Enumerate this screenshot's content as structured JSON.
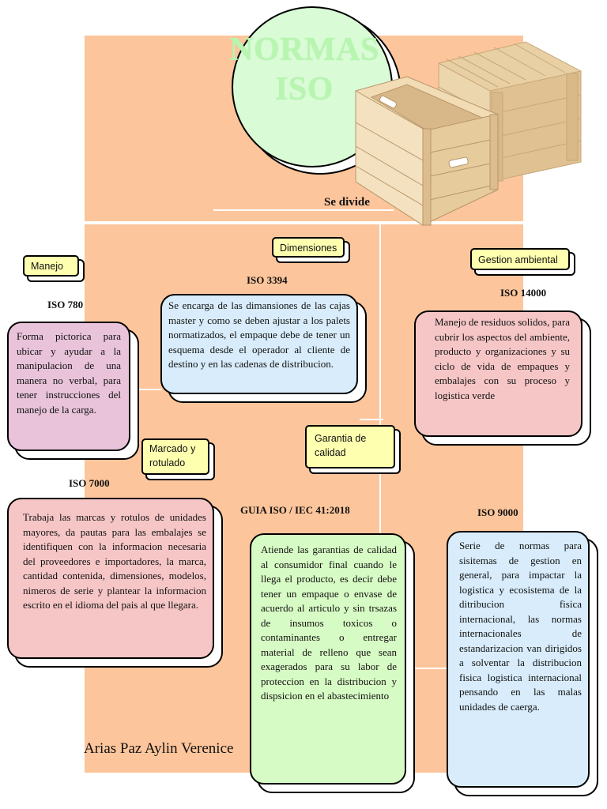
{
  "title": "NORMAS ISO",
  "subtitle": "Se divide",
  "categories": {
    "manejo": "Manejo",
    "dimensiones": "Dimensiones",
    "gestion": "Gestion ambiental",
    "marcado": "Marcado y rotulado",
    "garantia": "Garantia de calidad"
  },
  "standards": {
    "iso780": "ISO 780",
    "iso3394": "ISO 3394",
    "iso14000": "ISO 14000",
    "iso7000": "ISO 7000",
    "guia": "GUIA ISO / IEC 41:2018",
    "iso9000": "ISO 9000"
  },
  "descriptions": {
    "iso780": "Forma pictorica para ubicar y ayudar a la manipulacion de una manera no verbal, para tener instrucciones del manejo de la carga.",
    "iso3394": "Se encarga de las dimansiones de las cajas master y como se deben ajustar a los palets normatizados, el empaque debe de tener un esquema desde el operador al cliente de destino y en las cadenas de distribucion.",
    "iso14000": "Manejo de residuos solidos, para cubrir los aspectos del ambiente, producto y organizaciones y su ciclo de vida de empaques y embalajes con su proceso y logistica verde",
    "iso7000": "Trabaja las marcas y rotulos de unidades mayores, da pautas para las embalajes se identifiquen con la informacion necesaria del proveedores e importadores, la marca, cantidad contenida, dimensiones, modelos, nimeros de serie y plantear la informacion escrito en el idioma del pais al que llegara.",
    "guia": "Atiende las garantias de calidad al consumidor final cuando le llega el producto, es decir debe tener un empaque o envase de acuerdo al articulo y sin trsazas de insumos toxicos o contaminantes o entregar material de relleno que sean exagerados para su labor de proteccion en la distribucion y dispsicion en el abastecimiento",
    "iso9000": "Serie de normas para sisitemas de gestion en general, para impactar la logistica y ecosistema de la ditribucion fisica internacional, las normas internacionales de estandarizacion van dirigidos a solventar la distribucion fisica logistica internacional pensando en las malas unidades de caerga."
  },
  "author": "Arias Paz Aylin Verenice",
  "colors": {
    "background": "#fdc59b",
    "pink": "#f6c6c6",
    "violet": "#e8c3da",
    "blue": "#d8ecfb",
    "green": "#d7fbc4",
    "label": "#ffffb0",
    "title": "#b8f5b1"
  }
}
